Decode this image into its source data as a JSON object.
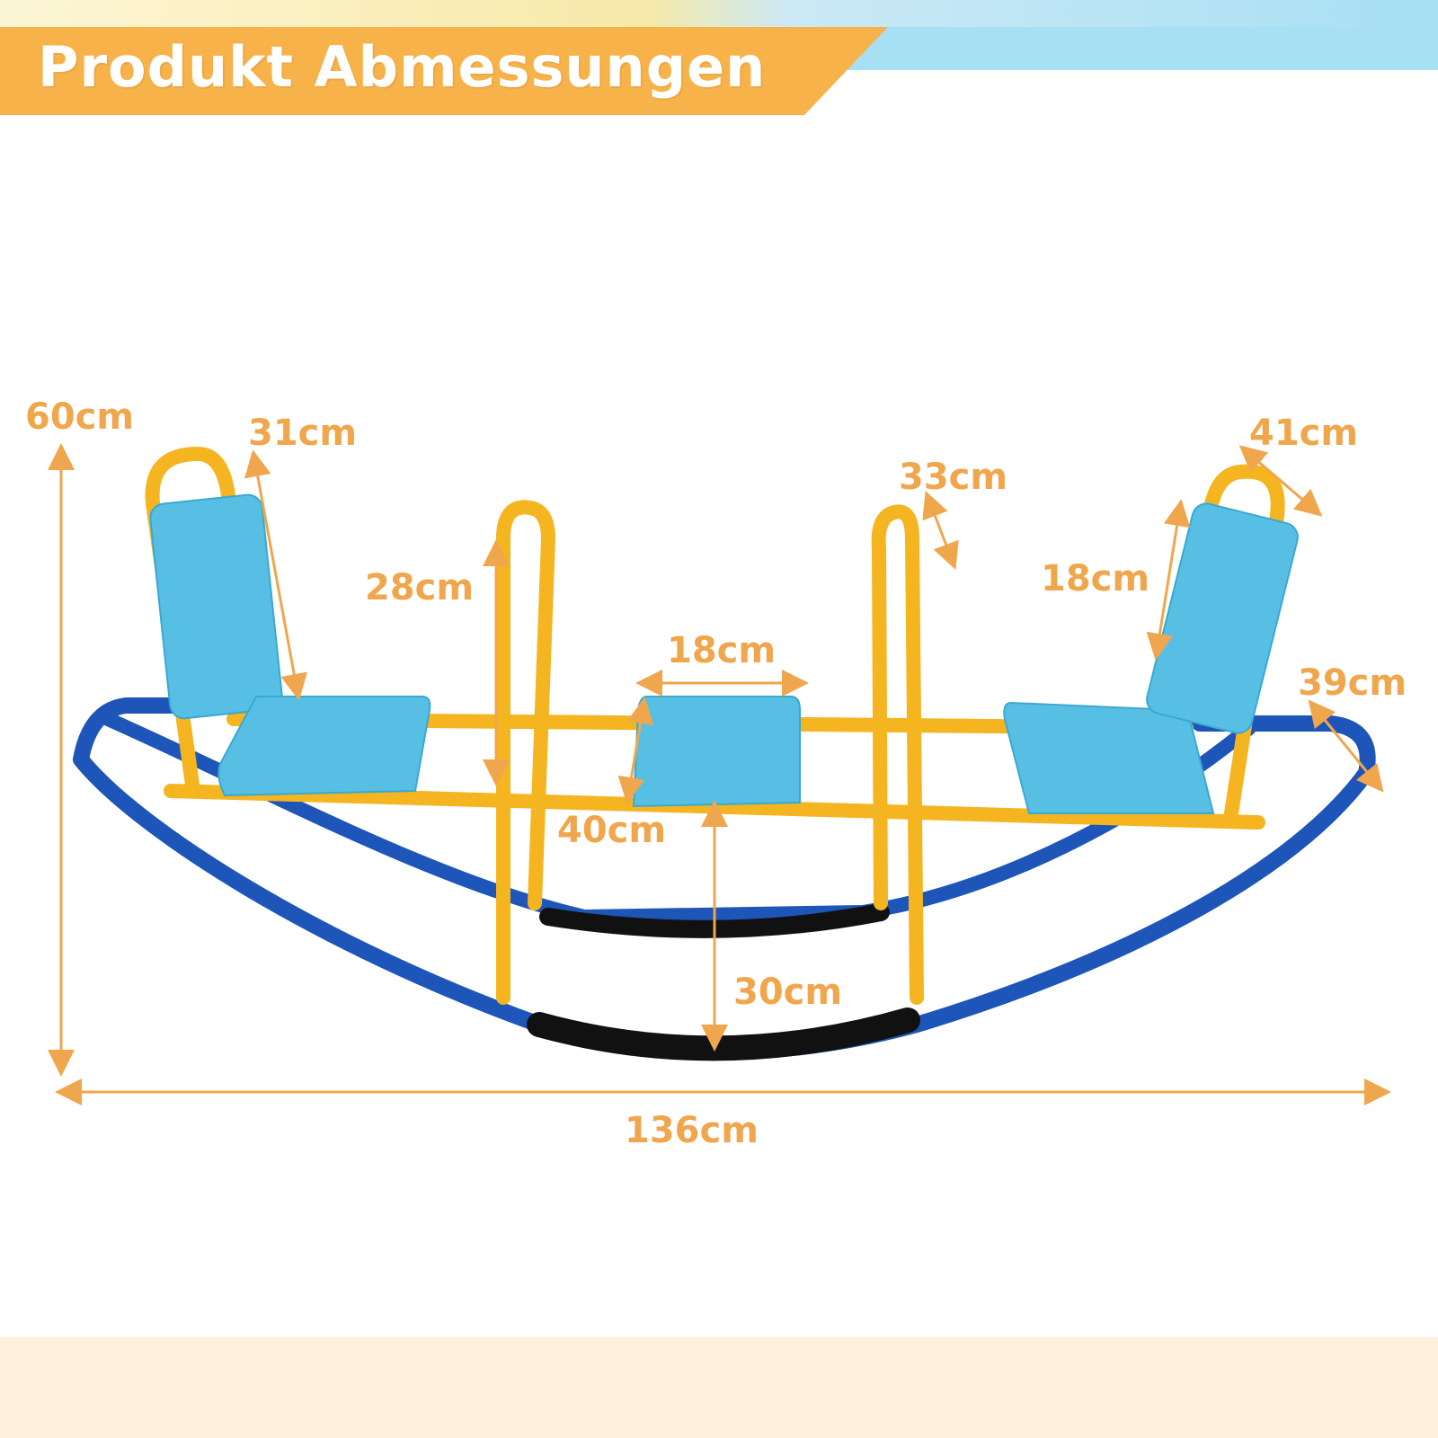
{
  "header": {
    "title": "Produkt Abmessungen",
    "colors": {
      "banner": "#f8b24a",
      "accent": "#a7dff4",
      "text": "#ffffff"
    }
  },
  "product": {
    "colors": {
      "frame": "#f4b521",
      "rocker": "#1d56b8",
      "seat": "#58bfe4",
      "grip": "#111111"
    }
  },
  "dimensions": {
    "total_height": "60cm",
    "backrest_height_left": "31cm",
    "handle_height": "28cm",
    "middle_seat_width": "18cm",
    "handle_width": "33cm",
    "seat_depth": "41cm",
    "backrest_height_right": "18cm",
    "seat_width": "39cm",
    "middle_seat_depth": "40cm",
    "seat_ground_clearance": "30cm",
    "total_length": "136cm"
  },
  "dimension_color": "#f0a64c"
}
